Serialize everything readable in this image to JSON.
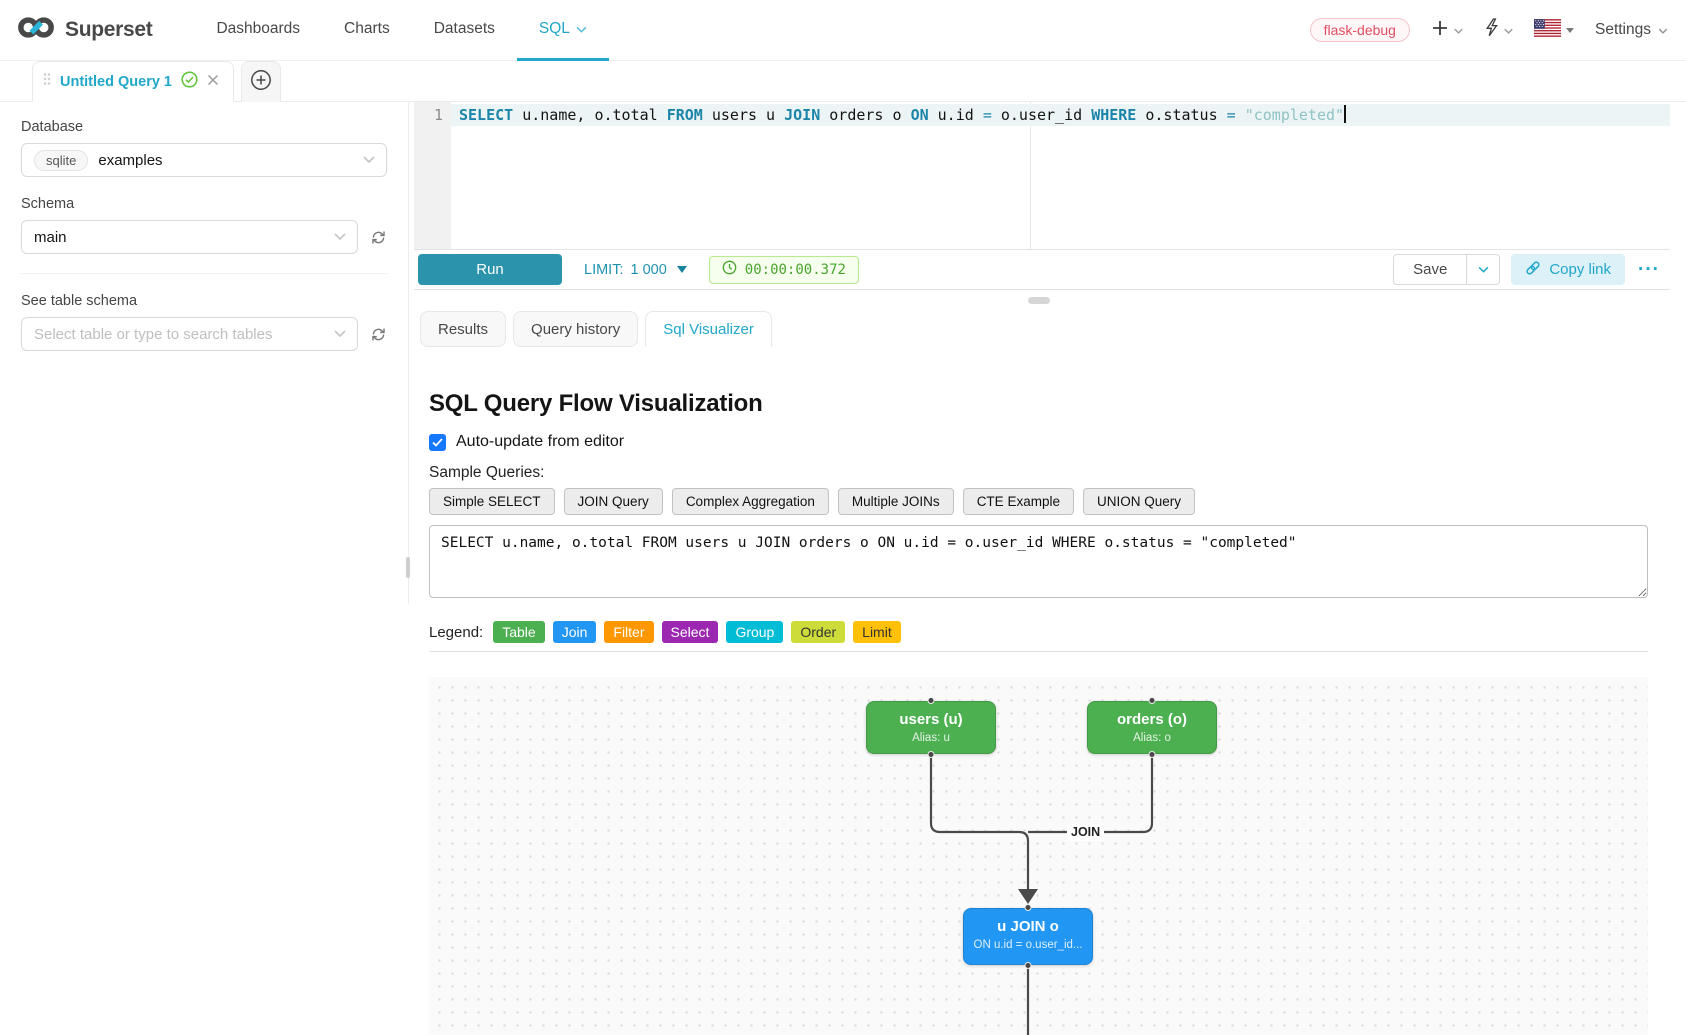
{
  "navbar": {
    "brand": "Superset",
    "items": [
      {
        "label": "Dashboards"
      },
      {
        "label": "Charts"
      },
      {
        "label": "Datasets"
      },
      {
        "label": "SQL"
      }
    ],
    "env_badge": "flask-debug",
    "settings_label": "Settings"
  },
  "tab_strip": {
    "query_tab_label": "Untitled Query 1"
  },
  "sidebar": {
    "database_label": "Database",
    "database_engine": "sqlite",
    "database_value": "examples",
    "schema_label": "Schema",
    "schema_value": "main",
    "table_label": "See table schema",
    "table_placeholder": "Select table or type to search tables"
  },
  "editor": {
    "line_number": "1",
    "tokens": [
      {
        "text": "SELECT ",
        "type": "keyword"
      },
      {
        "text": "u.name, o.total ",
        "type": "identifier"
      },
      {
        "text": "FROM ",
        "type": "keyword"
      },
      {
        "text": "users u ",
        "type": "identifier"
      },
      {
        "text": "JOIN ",
        "type": "keyword"
      },
      {
        "text": "orders o ",
        "type": "identifier"
      },
      {
        "text": "ON ",
        "type": "keyword"
      },
      {
        "text": "u.id ",
        "type": "identifier"
      },
      {
        "text": "= ",
        "type": "operator"
      },
      {
        "text": "o.user_id ",
        "type": "identifier"
      },
      {
        "text": "WHERE ",
        "type": "keyword"
      },
      {
        "text": "o.status ",
        "type": "identifier"
      },
      {
        "text": "= ",
        "type": "operator"
      },
      {
        "text": "\"completed\"",
        "type": "string"
      }
    ]
  },
  "toolbar": {
    "run_label": "Run",
    "limit_label": "LIMIT:",
    "limit_value": "1 000",
    "timer": "00:00:00.372",
    "save_label": "Save",
    "copy_link_label": "Copy link",
    "more_label": "···"
  },
  "south_tabs": [
    {
      "label": "Results"
    },
    {
      "label": "Query history"
    },
    {
      "label": "Sql Visualizer"
    }
  ],
  "visualizer": {
    "title": "SQL Query Flow Visualization",
    "auto_update_label": "Auto-update from editor",
    "auto_update_checked": true,
    "sample_queries_label": "Sample Queries:",
    "sample_buttons": [
      "Simple SELECT",
      "JOIN Query",
      "Complex Aggregation",
      "Multiple JOINs",
      "CTE Example",
      "UNION Query"
    ],
    "query_text": "SELECT u.name, o.total FROM users u JOIN orders o ON u.id = o.user_id WHERE o.status = \"completed\"",
    "legend_label": "Legend:",
    "legend": [
      {
        "label": "Table",
        "color": "#4caf50",
        "text_color": "#ffffff"
      },
      {
        "label": "Join",
        "color": "#2196f3",
        "text_color": "#ffffff"
      },
      {
        "label": "Filter",
        "color": "#ff9800",
        "text_color": "#ffffff"
      },
      {
        "label": "Select",
        "color": "#9c27b0",
        "text_color": "#ffffff"
      },
      {
        "label": "Group",
        "color": "#00bcd4",
        "text_color": "#ffffff"
      },
      {
        "label": "Order",
        "color": "#cddc39",
        "text_color": "#333333"
      },
      {
        "label": "Limit",
        "color": "#ffc107",
        "text_color": "#333333"
      }
    ],
    "diagram": {
      "nodes": [
        {
          "title": "users (u)",
          "subtitle": "Alias: u",
          "color": "#4caf50"
        },
        {
          "title": "orders (o)",
          "subtitle": "Alias: o",
          "color": "#4caf50"
        },
        {
          "title": "u JOIN o",
          "subtitle": "ON u.id = o.user_id...",
          "color": "#2196f3"
        }
      ],
      "edge_label": "JOIN"
    }
  }
}
